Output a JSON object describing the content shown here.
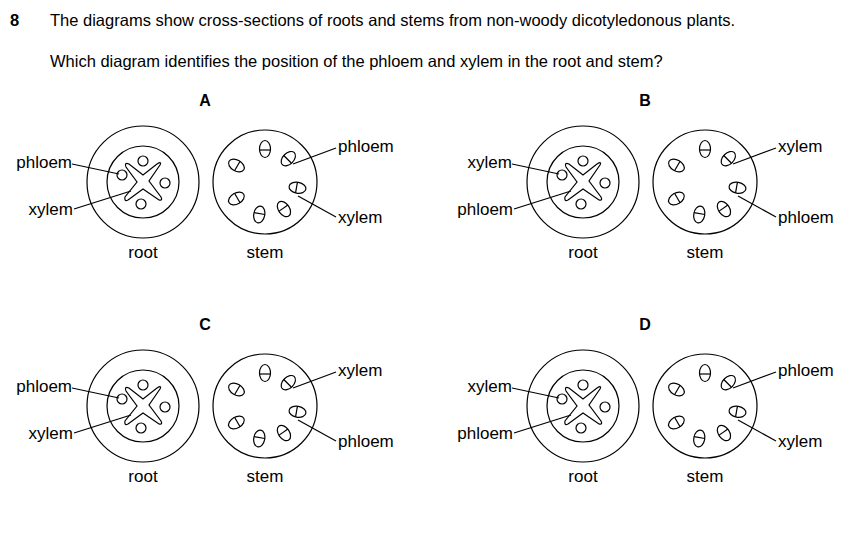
{
  "diagram": {
    "labels": [
      "8",
      "The diagrams show cross-sections of roots and stems from non-woody dicotyledonous plants.",
      "Which diagram identifies the position of the phloem and xylem in the root and stem?",
      "A",
      "phloem",
      "xylem",
      "phloem",
      "xylem",
      "root",
      "stem",
      "B",
      "xylem",
      "phloem",
      "xylem",
      "phloem",
      "root",
      "stem",
      "C",
      "phloem",
      "xylem",
      "xylem",
      "phloem",
      "root",
      "stem",
      "D",
      "xylem",
      "phloem",
      "phloem",
      "xylem",
      "root",
      "stem"
    ]
  }
}
